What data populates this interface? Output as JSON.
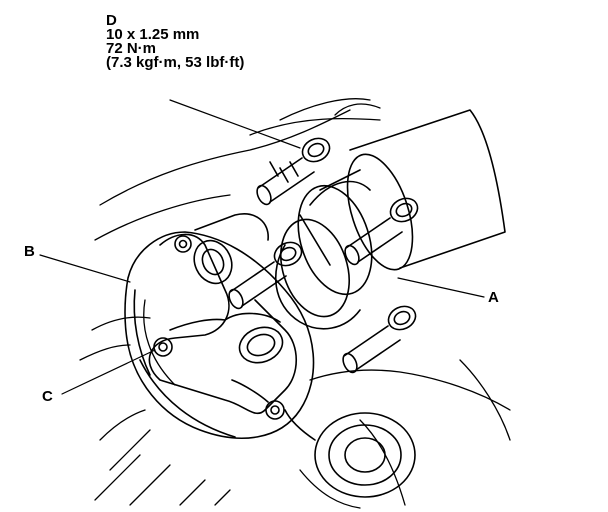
{
  "spec": {
    "label": "D",
    "bolt_size": "10 x 1.25 mm",
    "torque_nm": "72 N·m",
    "torque_alt": "(7.3 kgf·m, 53 lbf·ft)"
  },
  "callouts": {
    "a": "A",
    "b": "B",
    "c": "C"
  },
  "colors": {
    "ink": "#000000",
    "paper": "#ffffff"
  }
}
